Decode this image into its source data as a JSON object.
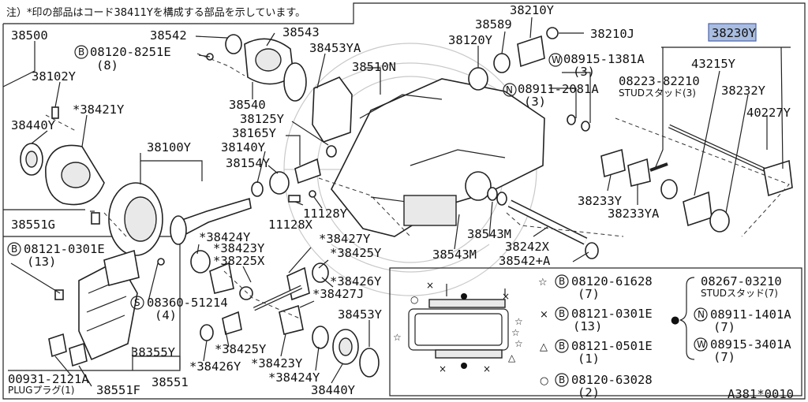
{
  "note": "注）*印の部品はコード38411Yを構成する部品を示しています。",
  "diagram_id": "A381*0010",
  "parts": {
    "p38500": "38500",
    "p38542": "38542",
    "p38543": "38543",
    "p38453ya": "38453YA",
    "p38510n": "38510N",
    "p38589": "38589",
    "p38210y": "38210Y",
    "p38210j": "38210J",
    "p38120y": "38120Y",
    "p38230y": "38230Y",
    "b08120_8251e": "08120-8251E",
    "b08120_8251e_qty": "(8)",
    "w08915_1381a": "08915-1381A",
    "w08915_1381a_qty": "(3)",
    "n08911_2081a": "08911-2081A",
    "n08911_2081a_qty": "(3)",
    "p43215y": "43215Y",
    "p08223_82210": "08223-82210",
    "stud3": "STUDスタッド(3)",
    "p38232y": "38232Y",
    "p40227y": "40227Y",
    "p38102y": "38102Y",
    "p38421y": "*38421Y",
    "p38440y_a": "38440Y",
    "p38540": "38540",
    "p38125y": "38125Y",
    "p38165y": "38165Y",
    "p38100y": "38100Y",
    "p38140y": "38140Y",
    "p38154y": "38154Y",
    "p11128y": "11128Y",
    "p11128x": "11128X",
    "p38233y": "38233Y",
    "p38233ya": "38233YA",
    "p38551g": "38551G",
    "b08121_0301e": "08121-0301E",
    "b08121_0301e_qty": "(13)",
    "p38424y_a": "*38424Y",
    "p38423y_a": "*38423Y",
    "p38225x": "*38225X",
    "p38427y": "*38427Y",
    "p38425y_a": "*38425Y",
    "p38426y_a": "*38426Y",
    "p38427j": "*38427J",
    "s08360_51214": "08360-51214",
    "s08360_51214_qty": "(4)",
    "p38543m_a": "38543M",
    "p38543m_b": "38543M",
    "p38242x": "38242X",
    "p38542a": "38542+A",
    "p38453y": "38453Y",
    "p38425y_b": "*38425Y",
    "p38426y_b": "*38426Y",
    "p38423y_b": "*38423Y",
    "p38424y_b": "*38424Y",
    "p38355y": "38355Y",
    "p38551": "38551",
    "p38440y_b": "38440Y",
    "p00931": "00931-2121A",
    "plug": "PLUGプラグ(1)",
    "p38551f": "38551F"
  },
  "legend": {
    "r1_code": "08120-61628",
    "r1_qty": "(7)",
    "r2_code": "08121-0301E",
    "r2_qty": "(13)",
    "r3_code": "08121-0501E",
    "r3_qty": "(1)",
    "r4_code": "08120-63028",
    "r4_qty": "(2)",
    "g1_code": "08267-03210",
    "g1_sub": "STUDスタッド(7)",
    "g2_code": "08911-1401A",
    "g2_qty": "(7)",
    "g3_code": "08915-3401A",
    "g3_qty": "(7)"
  },
  "prefix": {
    "B": "B",
    "W": "W",
    "N": "N",
    "S": "S"
  },
  "symbols": {
    "star": "☆",
    "cross": "×",
    "triangle": "△",
    "circle": "○",
    "dot": "●"
  },
  "colors": {
    "highlight": "#a9bde0",
    "highlight_border": "#4a63a8",
    "line": "#222222"
  }
}
